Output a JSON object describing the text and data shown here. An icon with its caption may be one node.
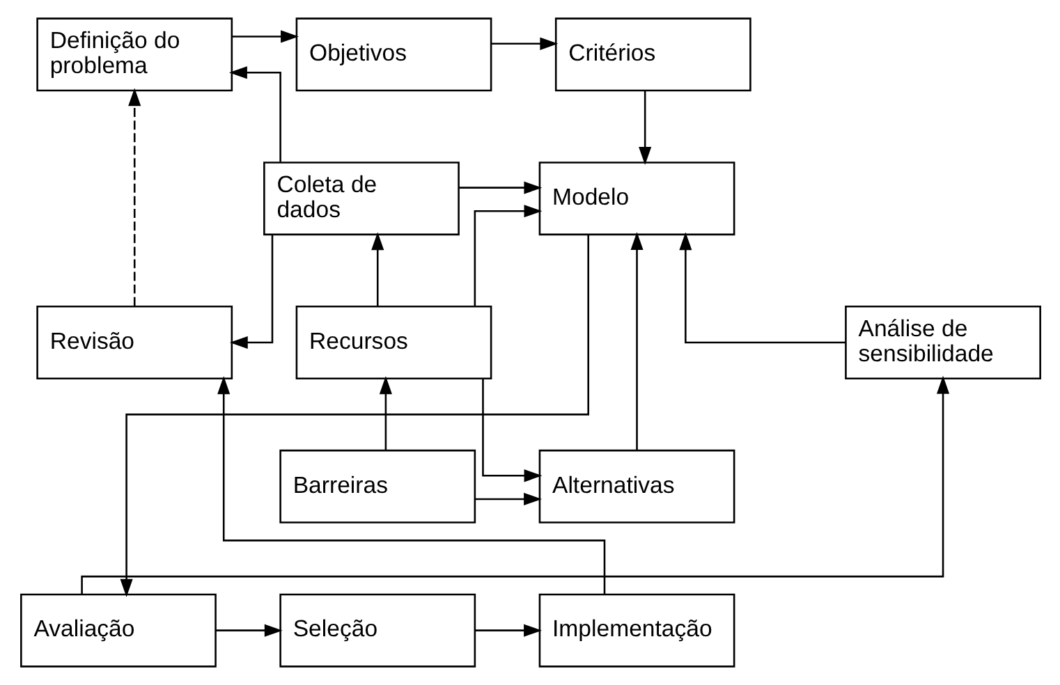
{
  "diagram": {
    "nodes": [
      {
        "text": [
          "Definição do problema"
        ]
      },
      {
        "text": [
          "Objetivos"
        ]
      },
      {
        "text": [
          "Critérios"
        ]
      },
      {
        "text": [
          "Coleta de dados"
        ]
      },
      {
        "text": [
          "Modelo"
        ]
      },
      {
        "text": [
          "Revisão"
        ]
      },
      {
        "text": [
          "Recursos"
        ]
      },
      {
        "text": [
          "Análise de sensibilidade"
        ]
      },
      {
        "text": [
          "Barreiras"
        ]
      },
      {
        "text": [
          "Alternativas"
        ]
      },
      {
        "text": [
          "Implementação"
        ]
      },
      {
        "text": [
          "Seleção"
        ]
      },
      {
        "text": [
          "Avaliação"
        ]
      }
    ],
    "edges": [
      {
        "from": 0,
        "to": 1,
        "arrow": "to"
      },
      {
        "from": 1,
        "to": 2,
        "arrow": "to"
      },
      {
        "from": 2,
        "to": 4,
        "arrow": "to"
      },
      {
        "from": 3,
        "to": 0,
        "arrow": "to"
      },
      {
        "from": 3,
        "to": 5,
        "arrow": "to"
      },
      {
        "from": 3,
        "to": 4,
        "arrow": "to"
      },
      {
        "from": 5,
        "to": 0,
        "arrow": "to",
        "style": "dashed"
      },
      {
        "from": 6,
        "to": 3,
        "arrow": "to"
      },
      {
        "from": 6,
        "to": 4,
        "arrow": "to"
      },
      {
        "from": 6,
        "to": 9,
        "arrow": "to"
      },
      {
        "from": 8,
        "to": 6,
        "arrow": "to"
      },
      {
        "from": 8,
        "to": 9,
        "arrow": "to"
      },
      {
        "from": 9,
        "to": 4,
        "arrow": "to"
      },
      {
        "from": 4,
        "to": 12,
        "arrow": "to"
      },
      {
        "from": 12,
        "to": 11,
        "arrow": "to"
      },
      {
        "from": 11,
        "to": 10,
        "arrow": "to"
      },
      {
        "from": 10,
        "to": 5,
        "arrow": "to"
      },
      {
        "from": 12,
        "to": 7,
        "arrow": "to"
      },
      {
        "from": 7,
        "to": 4,
        "arrow": "to"
      }
    ]
  }
}
